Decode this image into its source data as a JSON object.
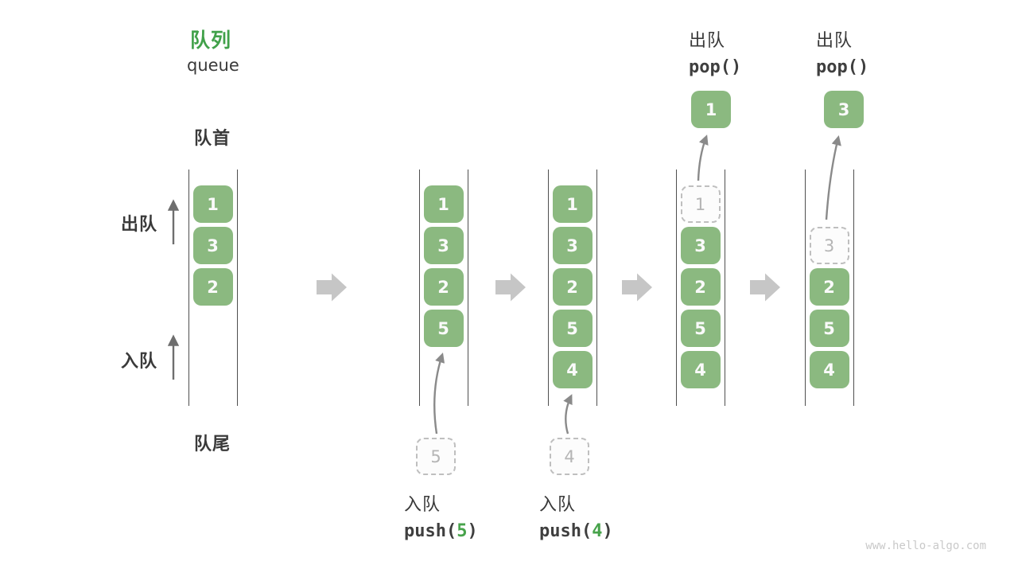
{
  "meta": {
    "title_cn": "队列",
    "title_en": "queue",
    "watermark": "www.hello-algo.com"
  },
  "side_labels": {
    "front": "队首",
    "rear": "队尾",
    "dequeue": "出队",
    "enqueue": "入队"
  },
  "colors": {
    "element_green": "#8bb980",
    "accent_green": "#41a14a",
    "text_dark": "#3a3a3a",
    "ghost_gray": "#bfbfbf",
    "flow_arrow_gray": "#c6c6c6",
    "thin_arrow_gray": "#6e6e6e"
  },
  "states": [
    {
      "name": "initial",
      "slots": [
        "1",
        "3",
        "2"
      ]
    },
    {
      "name": "after-push-5",
      "slots": [
        "1",
        "3",
        "2",
        "5"
      ],
      "staged_value": "5"
    },
    {
      "name": "after-push-4",
      "slots": [
        "1",
        "3",
        "2",
        "5",
        "4"
      ],
      "staged_value": "4"
    },
    {
      "name": "after-pop-1",
      "ghost_value": "1",
      "slots": [
        "3",
        "2",
        "5",
        "4"
      ],
      "popped_value": "1"
    },
    {
      "name": "after-pop-3",
      "ghost_value": "3",
      "slots": [
        "2",
        "5",
        "4"
      ],
      "popped_value": "3"
    }
  ],
  "operations": {
    "push_5": {
      "label": "入队",
      "code_prefix": "push(",
      "arg": "5",
      "code_suffix": ")"
    },
    "push_4": {
      "label": "入队",
      "code_prefix": "push(",
      "arg": "4",
      "code_suffix": ")"
    },
    "pop_1": {
      "label": "出队",
      "code": "pop()"
    },
    "pop_2": {
      "label": "出队",
      "code": "pop()"
    }
  }
}
